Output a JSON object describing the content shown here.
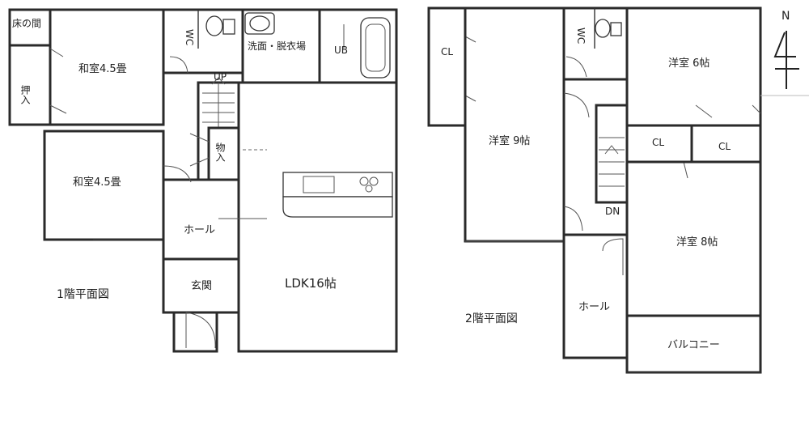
{
  "floor1": {
    "title": "1階平面図",
    "rooms": {
      "tokonoma": "床の間",
      "washitsu_top": "和室4.5畳",
      "oshiire": "押入",
      "washitsu_bottom": "和室4.5畳",
      "wc": "WC",
      "senmen": "洗面・脱衣場",
      "ub": "UB",
      "up": "UP",
      "monoire": "物入",
      "hall": "ホール",
      "genkan": "玄関",
      "ldk": "LDK16帖"
    }
  },
  "floor2": {
    "title": "2階平面図",
    "rooms": {
      "cl_left": "CL",
      "wc": "WC",
      "youshitsu6": "洋室 6帖",
      "youshitsu9": "洋室 9帖",
      "cl_mid": "CL",
      "cl_right": "CL",
      "dn": "DN",
      "youshitsu8": "洋室 8帖",
      "hall": "ホール",
      "balcony": "バルコニー"
    }
  },
  "compass": {
    "label": "N"
  }
}
